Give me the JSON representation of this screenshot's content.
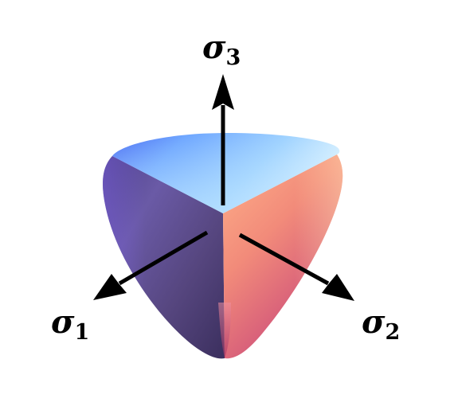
{
  "axes": [
    {
      "id": "sigma-3",
      "symbol": "σ",
      "subscript": "3"
    },
    {
      "id": "sigma-1",
      "symbol": "σ",
      "subscript": "1"
    },
    {
      "id": "sigma-2",
      "symbol": "σ",
      "subscript": "2"
    }
  ],
  "colors": {
    "top_face_light": "#cfeeff",
    "top_face_mid": "#8cc8ff",
    "top_face_dark": "#3d6cf0",
    "left_face_light": "#6e5ca6",
    "left_face_dark": "#3e3562",
    "right_face_light": "#ffab86",
    "right_face_dark": "#c94a6a",
    "arrow": "#000000"
  }
}
